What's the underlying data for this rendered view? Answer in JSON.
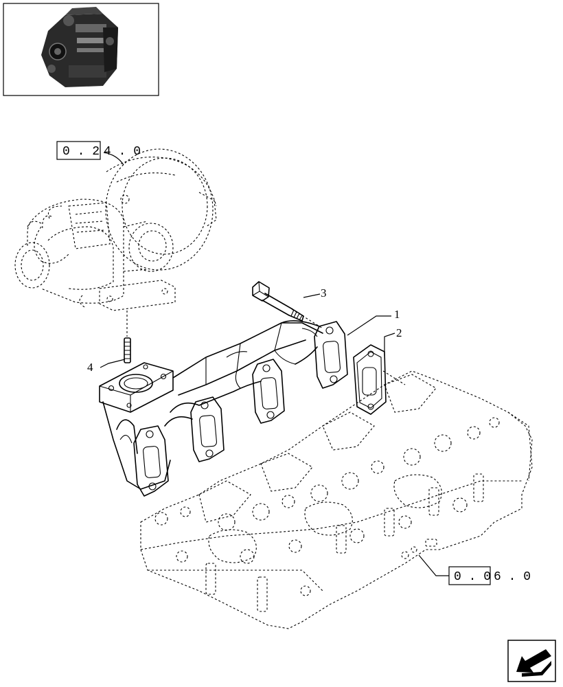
{
  "callouts": [
    {
      "id": "1",
      "label": "1"
    },
    {
      "id": "2",
      "label": "2"
    },
    {
      "id": "3",
      "label": "3"
    },
    {
      "id": "4",
      "label": "4"
    }
  ],
  "references": {
    "turbocharger": {
      "boxed": "0 . 2",
      "rest": "4 . 0"
    },
    "cylinder_head": {
      "boxed": "0 . 0",
      "rest": "6 . 0"
    }
  },
  "icons": {
    "thumbnail": "engine-thumbnail-icon",
    "navigation": "previous-page-arrow-icon"
  }
}
